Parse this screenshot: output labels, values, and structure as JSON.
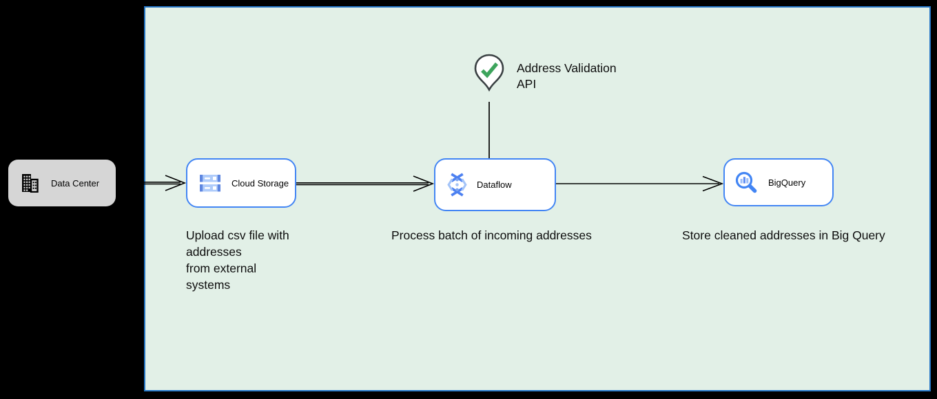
{
  "board": {
    "fill": "#e2f0e7",
    "border_color": "#2577c8"
  },
  "nodes": {
    "data_center": {
      "label": "Data Center",
      "fill": "#d6d6d6",
      "icon": "building-icon"
    },
    "cloud_storage": {
      "label": "Cloud Storage",
      "border": "#4285f4",
      "icon": "cloud-storage-icon"
    },
    "dataflow": {
      "label": "Dataflow",
      "border": "#4285f4",
      "icon": "dataflow-icon"
    },
    "bigquery": {
      "label": "BigQuery",
      "border": "#4285f4",
      "icon": "bigquery-icon"
    }
  },
  "annotation": {
    "icon": "map-pin-check-icon",
    "label": "Address Validation\nAPI",
    "pin_outline": "#3a4043",
    "check_color": "#3da45c"
  },
  "captions": {
    "upload": "Upload csv file with\naddresses\nfrom external\nsystems",
    "process": "Process batch of incoming addresses",
    "store": "Store cleaned addresses in Big Query"
  },
  "edges": {
    "color": "#000000",
    "datacenter_to_storage": "double-line-open-arrow",
    "storage_to_dataflow": "double-line-open-arrow",
    "dataflow_to_bigquery": "line-open-arrow",
    "pin_to_dataflow": "plain-line"
  },
  "colors": {
    "gcp_blue": "#4285f4",
    "gcp_blue_mid": "#5e86e0",
    "gcp_blue_light": "#aecbfa"
  }
}
